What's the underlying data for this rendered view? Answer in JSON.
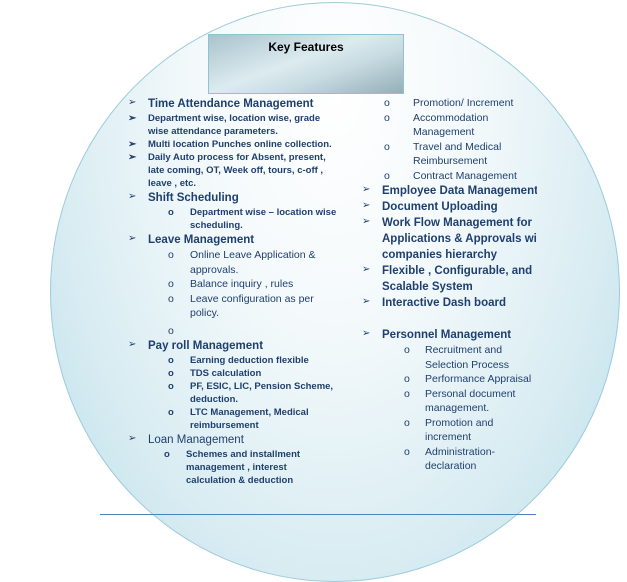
{
  "title": "Key Features",
  "left_column": [
    {
      "heading": "Time Attendance Management",
      "style": "bold",
      "bullets": [
        "Department wise, location wise, grade wise attendance parameters.",
        "Multi location Punches online collection.",
        "Daily Auto process for Absent, present, late coming, OT, Week off, tours, c-off , leave , etc."
      ]
    },
    {
      "heading": "Shift Scheduling",
      "style": "bold",
      "subs": [
        "Department wise – location wise scheduling."
      ],
      "sub_style": "b"
    },
    {
      "heading": "Leave Management",
      "style": "bold",
      "subs": [
        "Online Leave Application & approvals.",
        "Balance inquiry , rules",
        "Leave configuration as per policy.",
        ""
      ],
      "sub_style": "n"
    },
    {
      "heading": "Pay roll Management",
      "style": "bold",
      "subs": [
        "Earning deduction flexible",
        "TDS calculation",
        "PF, ESIC, LIC, Pension Scheme, deduction.",
        "LTC  Management, Medical reimbursement"
      ],
      "sub_style": "b"
    },
    {
      "heading": "Loan Management",
      "style": "light",
      "subs": [
        "Schemes and installment management , interest calculation & deduction"
      ],
      "sub_style": "b"
    }
  ],
  "right_column": {
    "top_subs": [
      "Promotion/ Increment",
      "Accommodation Management",
      "Travel and Medical Reimbursement",
      "Contract Management"
    ],
    "headings": [
      "Employee Data Management",
      "Document Uploading",
      "Work Flow Management for Applications & Approvals with companies hierarchy",
      "Flexible , Configurable, and Scalable System",
      "Interactive Dash board"
    ],
    "personnel": {
      "heading": "Personnel Management",
      "subs": [
        "Recruitment  and Selection Process",
        "Performance Appraisal",
        "Personal document management.",
        "Promotion and increment",
        "Administration- declaration"
      ]
    }
  },
  "bullet_glyph": "➢",
  "sub_glyph": "o"
}
